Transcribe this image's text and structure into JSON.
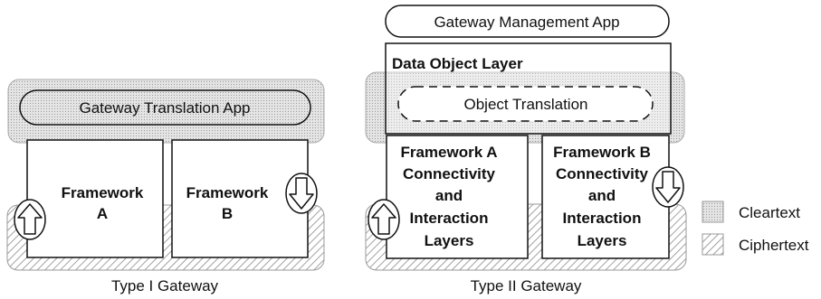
{
  "type1": {
    "caption": "Type I Gateway",
    "app_label": "Gateway Translation App",
    "framework_a": [
      "Framework",
      "A"
    ],
    "framework_b": [
      "Framework",
      "B"
    ]
  },
  "type2": {
    "caption": "Type II Gateway",
    "mgmt_app_label": "Gateway Management App",
    "data_object_layer": "Data Object Layer",
    "object_translation": "Object Translation",
    "framework_a": [
      "Framework A",
      "Connectivity",
      "and",
      "Interaction",
      "Layers"
    ],
    "framework_b": [
      "Framework B",
      "Connectivity",
      "and",
      "Interaction",
      "Layers"
    ]
  },
  "legend": {
    "cleartext": "Cleartext",
    "ciphertext": "Ciphertext"
  },
  "colors": {
    "stroke": "#111111",
    "background": "#ffffff",
    "cleartext_fill": "#d9d9d9",
    "ciphertext_hatch": "#8a8a8a"
  }
}
